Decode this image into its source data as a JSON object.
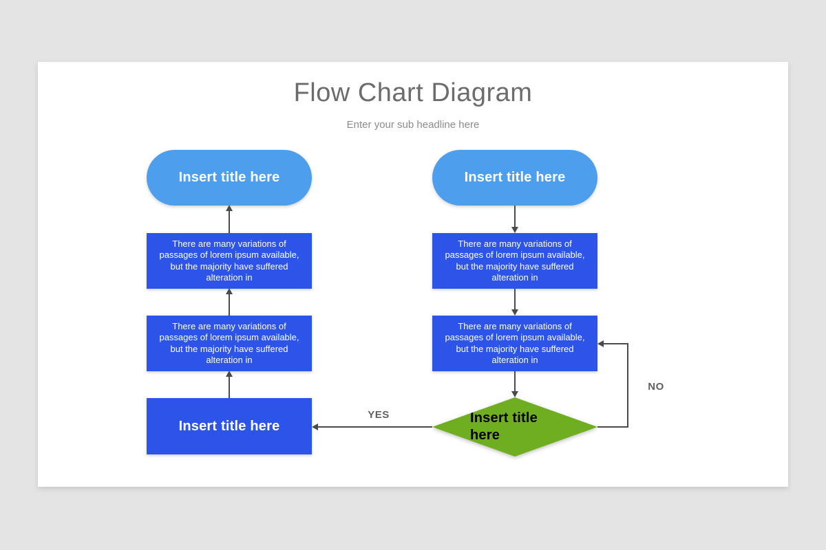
{
  "header": {
    "title": "Flow Chart Diagram",
    "subtitle": "Enter your sub headline here"
  },
  "nodes": {
    "left_start": "Insert title here",
    "left_step1": "There are many variations of passages of lorem ipsum available, but the majority have suffered alteration in",
    "left_step2": "There are many variations of passages of lorem ipsum available, but the majority have suffered alteration in",
    "left_end": "Insert title here",
    "right_start": "Insert title here",
    "right_step1": "There are many variations of passages of lorem ipsum available, but the majority have suffered alteration in",
    "right_step2": "There are many variations of passages of lorem ipsum available, but the majority have suffered alteration in",
    "decision": "Insert title here"
  },
  "labels": {
    "yes": "YES",
    "no": "NO"
  },
  "colors": {
    "background": "#e5e4e5",
    "card": "#ffffff",
    "pill_blue": "#4d9fee",
    "box_blue": "#2d54e8",
    "diamond_green": "#6fad21",
    "connector_gray": "#4a4a4a",
    "title_gray": "#6c6c6c",
    "subtitle_gray": "#8b8b8b"
  }
}
